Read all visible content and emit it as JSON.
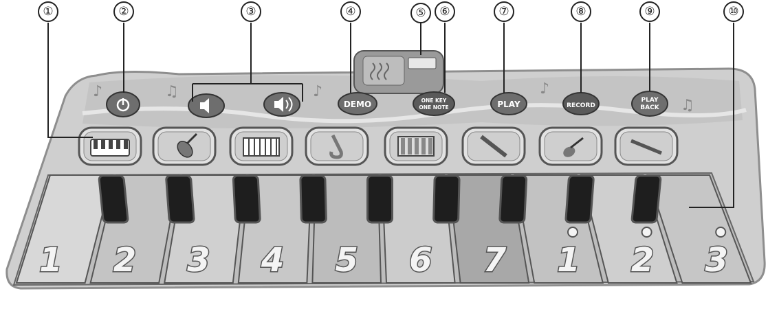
{
  "callouts": [
    "①",
    "②",
    "③",
    "④",
    "⑤",
    "⑥",
    "⑦",
    "⑧",
    "⑨",
    "⑩"
  ],
  "buttons": {
    "demo": "DEMO",
    "one_key_line1": "ONE KEY",
    "one_key_line2": "ONE NOTE",
    "play": "PLAY",
    "record": "RECORD",
    "playback_line1": "PLAY",
    "playback_line2": "BACK"
  },
  "instrument_icons": [
    "piano-icon",
    "violin-icon",
    "accordion-icon",
    "saxophone-icon",
    "xylophone-icon",
    "clarinet-icon",
    "guitar-icon",
    "flute-icon"
  ],
  "keys": [
    "1",
    "2",
    "3",
    "4",
    "5",
    "6",
    "7",
    "1",
    "2",
    "3"
  ],
  "colors": {
    "mat": "#cfcfcf",
    "mat_edge": "#9c9c9c",
    "button": "#6e6e6e",
    "outline": "#333333"
  }
}
